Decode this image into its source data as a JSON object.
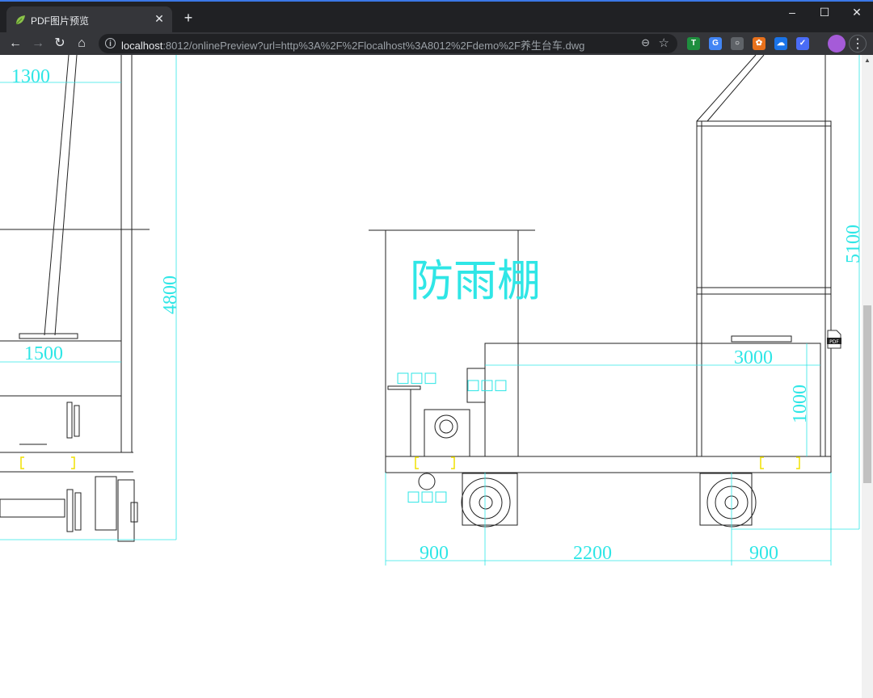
{
  "browser": {
    "tab_title": "PDF图片预览",
    "tab_close": "✕",
    "new_tab": "+",
    "url_host": "localhost",
    "url_rest": ":8012/onlinePreview?url=http%3A%2F%2Flocalhost%3A8012%2Fdemo%2F养生台车.dwg",
    "window_minimize": "–",
    "window_maximize": "☐",
    "window_close": "✕"
  },
  "drawing": {
    "dims": {
      "d1300": "1300",
      "d4800": "4800",
      "d1500": "1500",
      "d5100": "5100",
      "d3000": "3000",
      "d1000": "1000",
      "d900a": "900",
      "d2200": "2200",
      "d900b": "900"
    },
    "label_rain_shed": "防雨棚",
    "placeholder_boxes": [
      "□□□",
      "□□□",
      "□□□"
    ]
  },
  "extensions": [
    {
      "name": "ext-t-icon",
      "letter": "T",
      "color": "#1e8e3e"
    },
    {
      "name": "ext-translate-icon",
      "letter": "G",
      "color": "#4285f4"
    },
    {
      "name": "ext-circle-icon",
      "letter": "○",
      "color": "#5f6368"
    },
    {
      "name": "ext-puzzle-icon",
      "letter": "✿",
      "color": "#e8711c"
    },
    {
      "name": "ext-cloud-icon",
      "letter": "☁",
      "color": "#1a73e8"
    },
    {
      "name": "ext-check-icon",
      "letter": "✓",
      "color": "#4a6cf7"
    }
  ],
  "colors": {
    "dimension": "#2fe6e6",
    "yellow_marker": "#f0e000",
    "line": "#222222"
  }
}
